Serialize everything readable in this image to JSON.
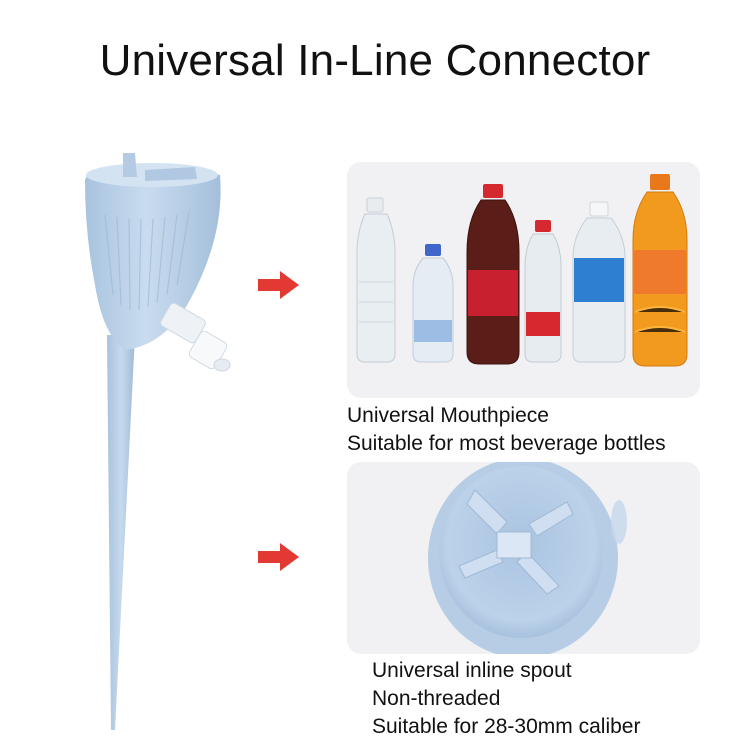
{
  "title": "Universal In-Line Connector",
  "top_caption": {
    "line1": "Universal Mouthpiece",
    "line2": "Suitable for most beverage bottles"
  },
  "bottom_caption": {
    "line1": "Universal inline spout",
    "line2": "Non-threaded",
    "line3": "Suitable for 28-30mm caliber"
  },
  "colors": {
    "product_blue": "#bcd3ea",
    "arrow_red": "#e23a32",
    "panel_bg": "#f1f1f3"
  }
}
